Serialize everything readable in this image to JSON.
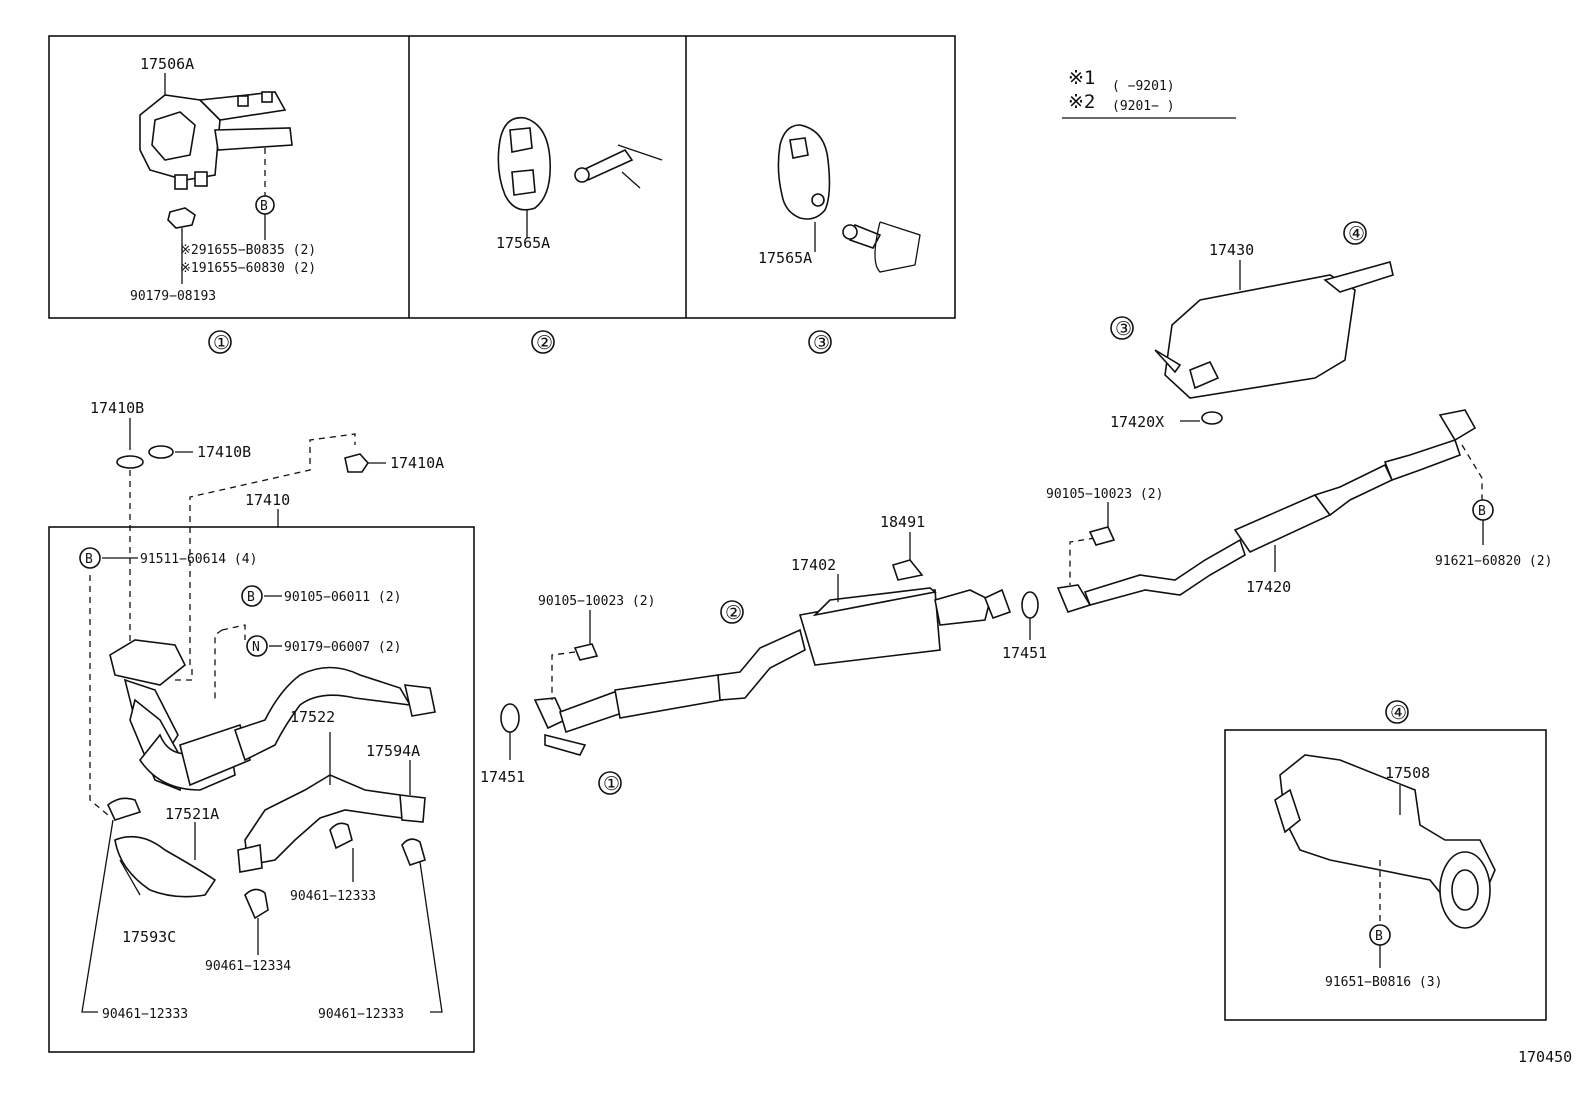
{
  "legend": {
    "line1_mark": "※1",
    "line1_range": "(      −9201)",
    "line2_mark": "※2",
    "line2_range": "(9201−       )"
  },
  "insets": {
    "one": {
      "number": "①",
      "part": "17506A",
      "alt2": "※291655−B0835 (2)",
      "alt1": "※191655−60830 (2)",
      "nut": "90179−08193",
      "b": "B"
    },
    "two": {
      "number": "②",
      "part": "17565A"
    },
    "three": {
      "number": "③",
      "part": "17565A"
    },
    "four": {
      "number": "④",
      "part": "17508",
      "bolt": "91651−B0816 (3)",
      "b": "B"
    }
  },
  "front": {
    "p17410B_a": "17410B",
    "p17410B_b": "17410B",
    "p17410A": "17410A",
    "p17410": "17410",
    "p91511": "91511−60614 (4)",
    "p90105_06011": "90105−06011 (2)",
    "p90179_06007": "90179−06007 (2)",
    "p17522": "17522",
    "p17594A": "17594A",
    "p17521A": "17521A",
    "p17593C": "17593C",
    "p90461_a": "90461−12333",
    "p90461_b": "90461−12334",
    "p90461_c": "90461−12333",
    "p90461_d": "90461−12333",
    "b": "B",
    "n": "N"
  },
  "main": {
    "p90105_left": "90105−10023 (2)",
    "p17451_left": "17451",
    "mark1": "①",
    "mark2": "②",
    "p17402": "17402",
    "p18491": "18491",
    "p17451_right": "17451",
    "p90105_right": "90105−10023 (2)",
    "p17420": "17420",
    "p17430": "17430",
    "p17420X": "17420X",
    "mark3": "③",
    "mark4": "④",
    "p91621": "91621−60820 (2)",
    "b": "B"
  },
  "figure_number": "170450"
}
